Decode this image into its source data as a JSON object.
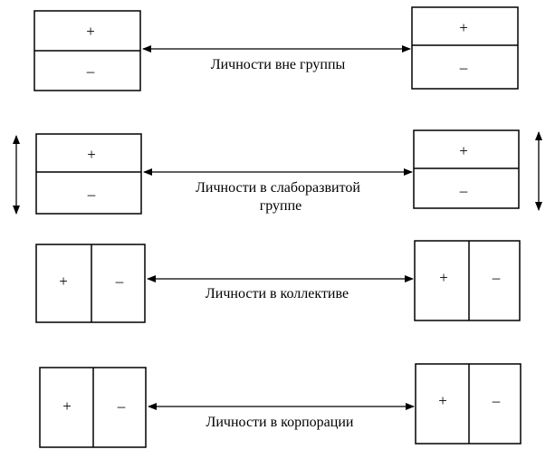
{
  "rows": [
    {
      "caption_lines": [
        "Личности вне группы"
      ],
      "left_box": {
        "orientation": "horizontal",
        "cells": [
          "+",
          "–"
        ]
      },
      "right_box": {
        "orientation": "horizontal",
        "cells": [
          "+",
          "–"
        ]
      },
      "has_side_arrows": false
    },
    {
      "caption_lines": [
        "Личности в слаборазвитой",
        "группе"
      ],
      "left_box": {
        "orientation": "horizontal",
        "cells": [
          "+",
          "–"
        ]
      },
      "right_box": {
        "orientation": "horizontal",
        "cells": [
          "+",
          "–"
        ]
      },
      "has_side_arrows": true
    },
    {
      "caption_lines": [
        "Личности в коллективе"
      ],
      "left_box": {
        "orientation": "vertical",
        "cells": [
          "+",
          "–"
        ]
      },
      "right_box": {
        "orientation": "vertical",
        "cells": [
          "+",
          "–"
        ]
      },
      "has_side_arrows": false
    },
    {
      "caption_lines": [
        "Личности в корпорации"
      ],
      "left_box": {
        "orientation": "vertical",
        "cells": [
          "+",
          "–"
        ]
      },
      "right_box": {
        "orientation": "vertical",
        "cells": [
          "+",
          "–"
        ]
      },
      "has_side_arrows": false
    }
  ]
}
